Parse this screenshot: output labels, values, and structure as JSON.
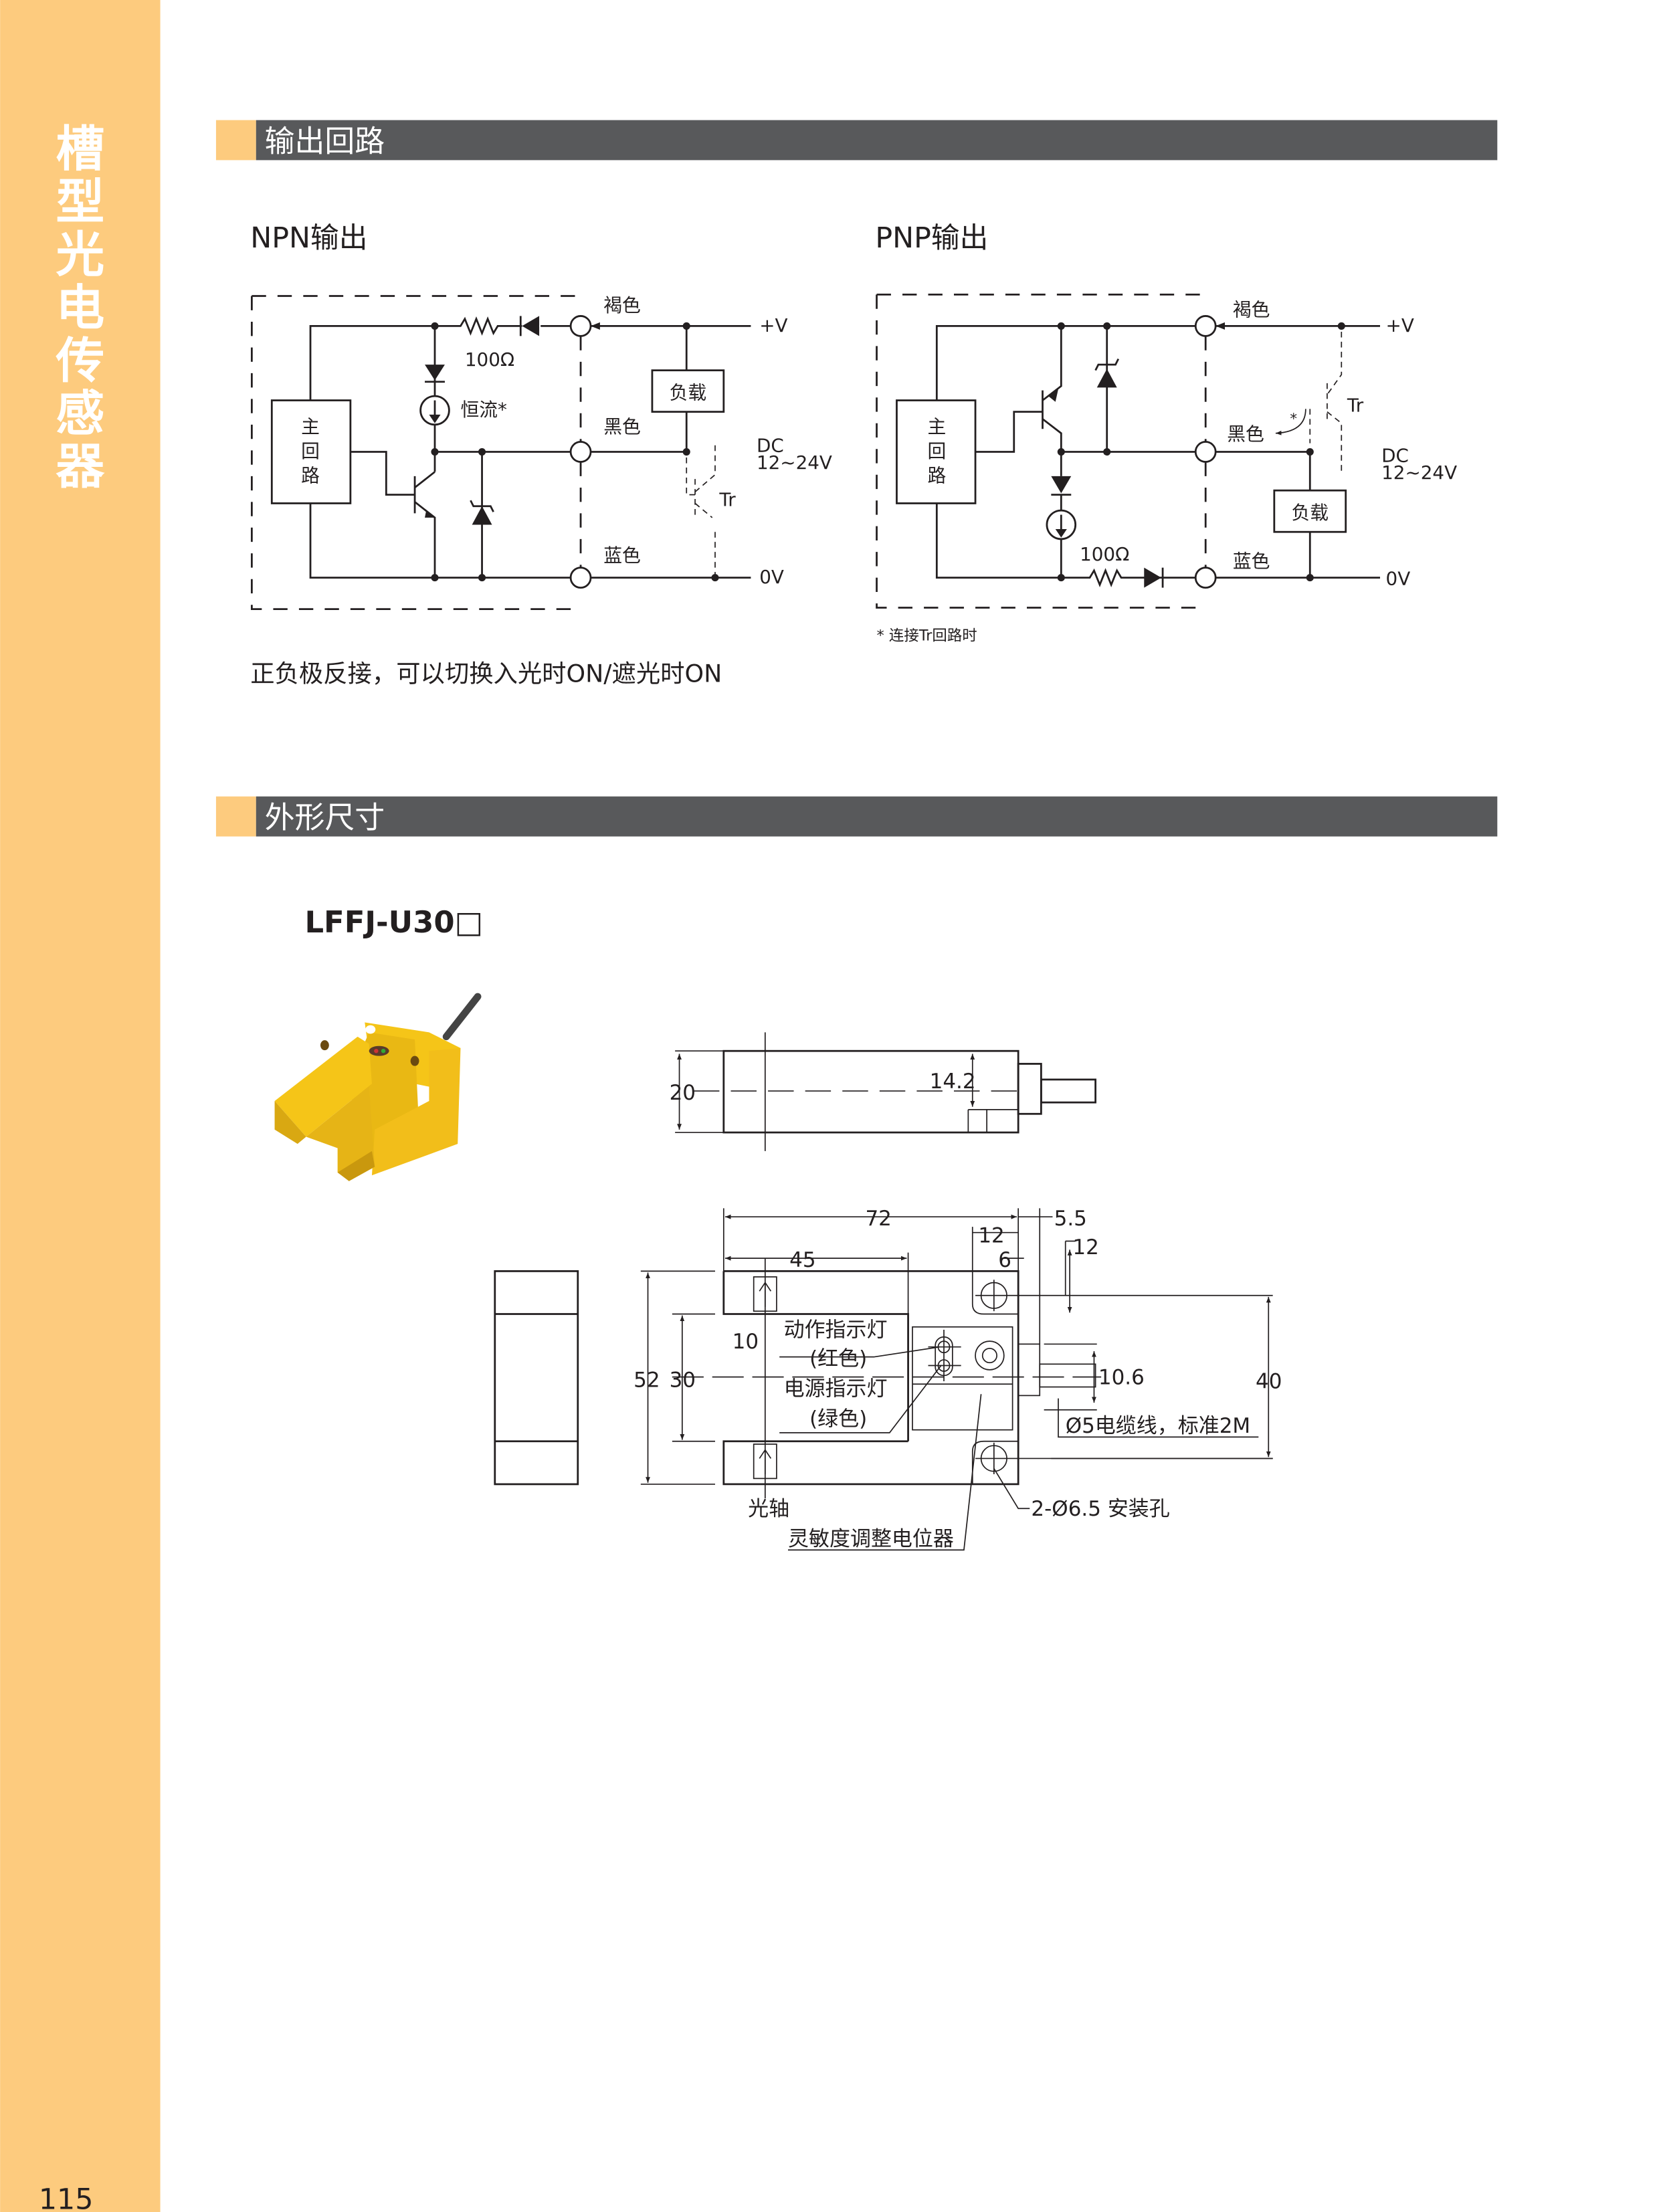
{
  "sidebar": {
    "title_chars": [
      "槽",
      "型",
      "光",
      "电",
      "传",
      "感",
      "器"
    ],
    "page_number": "115",
    "color": "#FDCB7E"
  },
  "sections": {
    "output": {
      "title": "输出回路"
    },
    "dimensions": {
      "title": "外形尺寸"
    }
  },
  "npn": {
    "title": "NPN输出",
    "main_circuit": [
      "主",
      "回",
      "路"
    ],
    "resistor": "100Ω",
    "constant_current": "恒流*",
    "brown": "褐色",
    "black": "黑色",
    "blue": "蓝色",
    "load": "负载",
    "plus_v": "+V",
    "zero_v": "0V",
    "dc": "DC",
    "dc_range": "12~24V",
    "tr": "Tr",
    "caption": "正负极反接，可以切换入光时ON/遮光时ON"
  },
  "pnp": {
    "title": "PNP输出",
    "main_circuit": [
      "主",
      "回",
      "路"
    ],
    "resistor": "100Ω",
    "brown": "褐色",
    "black": "黑色",
    "blue": "蓝色",
    "load": "负载",
    "plus_v": "+V",
    "zero_v": "0V",
    "dc": "DC",
    "dc_range": "12~24V",
    "tr": "Tr",
    "star": "*",
    "footnote": "* 连接Tr回路时"
  },
  "product": {
    "model": "LFFJ-U30□",
    "top_view": {
      "d20": "20",
      "d14_2": "14.2"
    },
    "front_view": {
      "d72": "72",
      "d5_5": "5.5",
      "d12a": "12",
      "d6": "6",
      "d12b": "12",
      "d45": "45",
      "d52": "52",
      "d30": "30",
      "d10": "10",
      "d40": "40",
      "d10_6": "10.6",
      "action_led": "动作指示灯",
      "action_led_color": "(红色)",
      "power_led": "电源指示灯",
      "power_led_color": "(绿色)",
      "cable": "Ø5电缆线，标准2M",
      "optical_axis": "光轴",
      "mount_holes": "2-Ø6.5 安装孔",
      "pot": "灵敏度调整电位器"
    }
  }
}
